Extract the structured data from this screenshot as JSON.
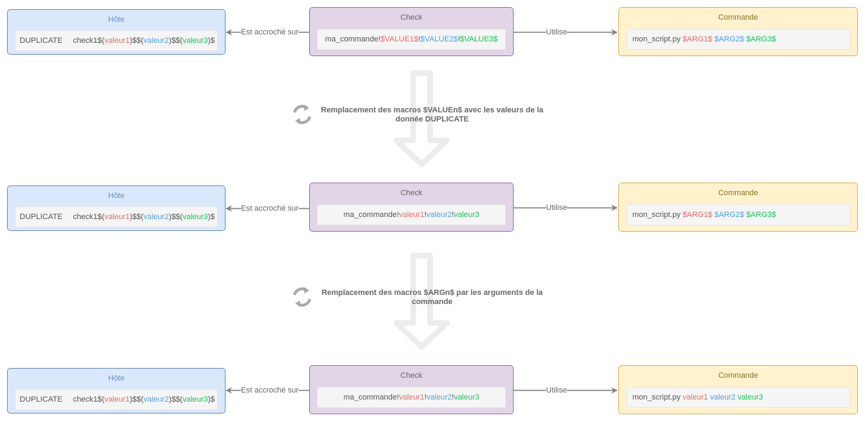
{
  "rows": [
    {
      "hote": {
        "title": "Hôte",
        "dup": "DUPLICATE",
        "prefix": "check1$(",
        "v1": "valeur1",
        "s1": ")$$(",
        "v2": "valeur2",
        "s2": ")$$(",
        "v3": "valeur3",
        "s3": ")$"
      },
      "edge_left": "Est accroché sur",
      "check": {
        "title": "Check",
        "prefix": "ma_commande!",
        "a1": "$VALUE1$",
        "s1": "!",
        "a2": "$VALUE2$",
        "s2": "!",
        "a3": "$VALUE3$"
      },
      "edge_right": "Utilise",
      "cmd": {
        "title": "Commande",
        "prefix": "mon_script.py ",
        "a1": "$ARG1$",
        "s1": " ",
        "a2": "$ARG2$",
        "s2": " ",
        "a3": "$ARG3$"
      }
    },
    {
      "hote": {
        "title": "Hôte",
        "dup": "DUPLICATE",
        "prefix": "check1$(",
        "v1": "valeur1",
        "s1": ")$$(",
        "v2": "valeur2",
        "s2": ")$$(",
        "v3": "valeur3",
        "s3": ")$"
      },
      "edge_left": "Est accroché sur",
      "check": {
        "title": "Check",
        "prefix": "ma_commande!",
        "a1": "valeur1",
        "s1": "!",
        "a2": "valeur2",
        "s2": "!",
        "a3": "valeur3"
      },
      "edge_right": "Utilise",
      "cmd": {
        "title": "Commande",
        "prefix": "mon_script.py ",
        "a1": "$ARG1$",
        "s1": " ",
        "a2": "$ARG2$",
        "s2": " ",
        "a3": "$ARG3$"
      }
    },
    {
      "hote": {
        "title": "Hôte",
        "dup": "DUPLICATE",
        "prefix": "check1$(",
        "v1": "valeur1",
        "s1": ")$$(",
        "v2": "valeur2",
        "s2": ")$$(",
        "v3": "valeur3",
        "s3": ")$"
      },
      "edge_left": "Est accroché sur",
      "check": {
        "title": "Check",
        "prefix": "ma_commande!",
        "a1": "valeur1",
        "s1": "!",
        "a2": "valeur2",
        "s2": "!",
        "a3": "valeur3"
      },
      "edge_right": "Utilise",
      "cmd": {
        "title": "Commande",
        "prefix": "mon_script.py ",
        "a1": "valeur1",
        "s1": " ",
        "a2": "valeur2",
        "s2": " ",
        "a3": "valeur3"
      }
    }
  ],
  "steps": [
    {
      "text": "Remplacement des macros $VALUEn$ avec les valeurs de la donnée DUPLICATE"
    },
    {
      "text": "Remplacement des macros $ARGn$ par les arguments de la commande"
    }
  ],
  "icons": {
    "cycle": "cycle-icon",
    "arrow": "down-arrow-icon"
  },
  "colors": {
    "value1": "#ea6b66",
    "value2": "#4fa3e6",
    "value3": "#19c25a"
  }
}
